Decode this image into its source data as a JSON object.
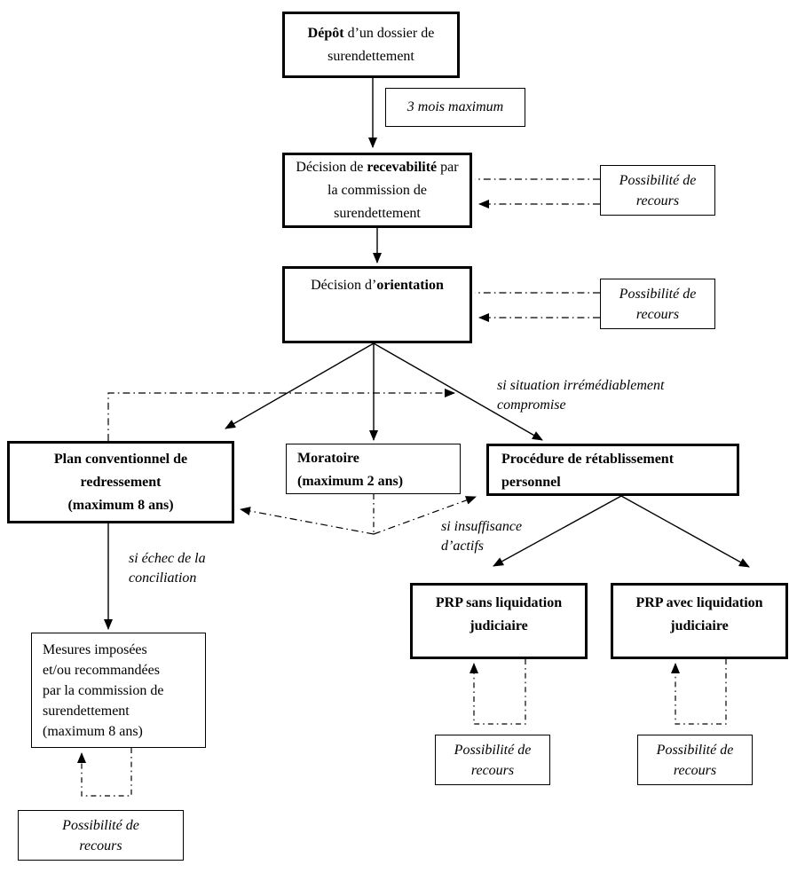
{
  "colors": {
    "background": "#ffffff",
    "border": "#000000",
    "text": "#000000"
  },
  "nodes": {
    "depot": {
      "pre": "",
      "bold": "Dépôt",
      "post": " d’un dossier de surendettement"
    },
    "delai": {
      "label": "3 mois maximum"
    },
    "recevabilite": {
      "pre": "Décision de ",
      "bold": "recevabilité",
      "post": " par la commission de surendettement"
    },
    "orientation": {
      "pre": "Décision d’",
      "bold": "orientation",
      "post": ""
    },
    "plan": {
      "lines": [
        "Plan conventionnel de",
        "redressement",
        "(maximum 8 ans)"
      ]
    },
    "moratoire": {
      "lines": [
        "Moratoire",
        "(maximum 2 ans)"
      ]
    },
    "procedure": {
      "lines": [
        "Procédure de rétablissement",
        "personnel"
      ]
    },
    "prp_sans": {
      "lines": [
        "PRP sans liquidation",
        "judiciaire"
      ]
    },
    "prp_avec": {
      "lines": [
        "PRP avec liquidation",
        "judiciaire"
      ]
    },
    "mesures": {
      "lines": [
        "Mesures imposées",
        "et/ou recommandées",
        "par la commission de",
        "surendettement",
        "(maximum 8 ans)"
      ]
    },
    "recours": {
      "lines": [
        "Possibilité de",
        "recours"
      ]
    }
  },
  "edge_labels": {
    "si_situation": {
      "lines": [
        "si situation irrémédiablement",
        "compromise"
      ]
    },
    "si_insuffisance": {
      "lines": [
        "si insuffisance",
        "d’actifs"
      ]
    },
    "si_echec": {
      "lines": [
        "si échec de la",
        "conciliation"
      ]
    }
  }
}
